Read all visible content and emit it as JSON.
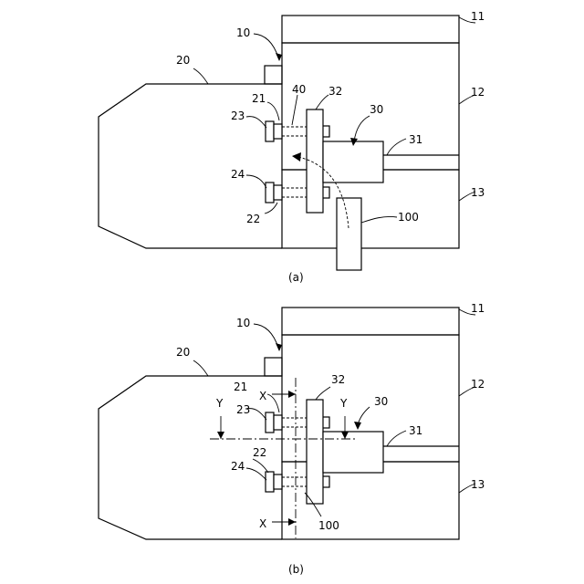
{
  "figure_a": {
    "caption": "(a)",
    "labels": {
      "l10": "10",
      "l11": "11",
      "l12": "12",
      "l13": "13",
      "l20": "20",
      "l21": "21",
      "l22": "22",
      "l23": "23",
      "l24": "24",
      "l30": "30",
      "l31": "31",
      "l32": "32",
      "l40": "40",
      "l100": "100"
    }
  },
  "figure_b": {
    "caption": "(b)",
    "labels": {
      "l10": "10",
      "l11": "11",
      "l12": "12",
      "l13": "13",
      "l20": "20",
      "l21": "21",
      "l22": "22",
      "l23": "23",
      "l24": "24",
      "l30": "30",
      "l31": "31",
      "l32": "32",
      "l100": "100"
    },
    "section_marks": {
      "x_top": "X",
      "x_bottom": "X",
      "y_left": "Y",
      "y_right": "Y"
    }
  }
}
